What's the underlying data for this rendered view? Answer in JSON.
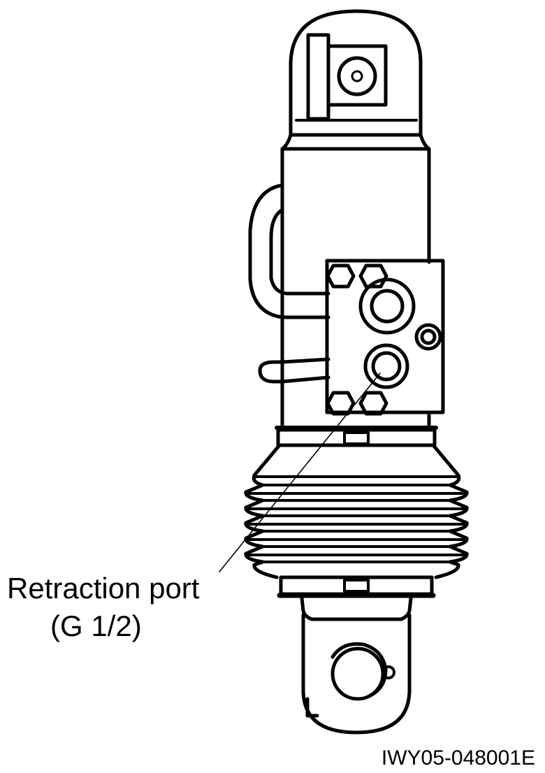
{
  "diagram": {
    "callout": {
      "line1": "Retraction port",
      "line2": "(G 1/2)"
    },
    "figure_id": "IWY05-048001E",
    "colors": {
      "stroke": "#000000",
      "background": "#ffffff"
    }
  }
}
